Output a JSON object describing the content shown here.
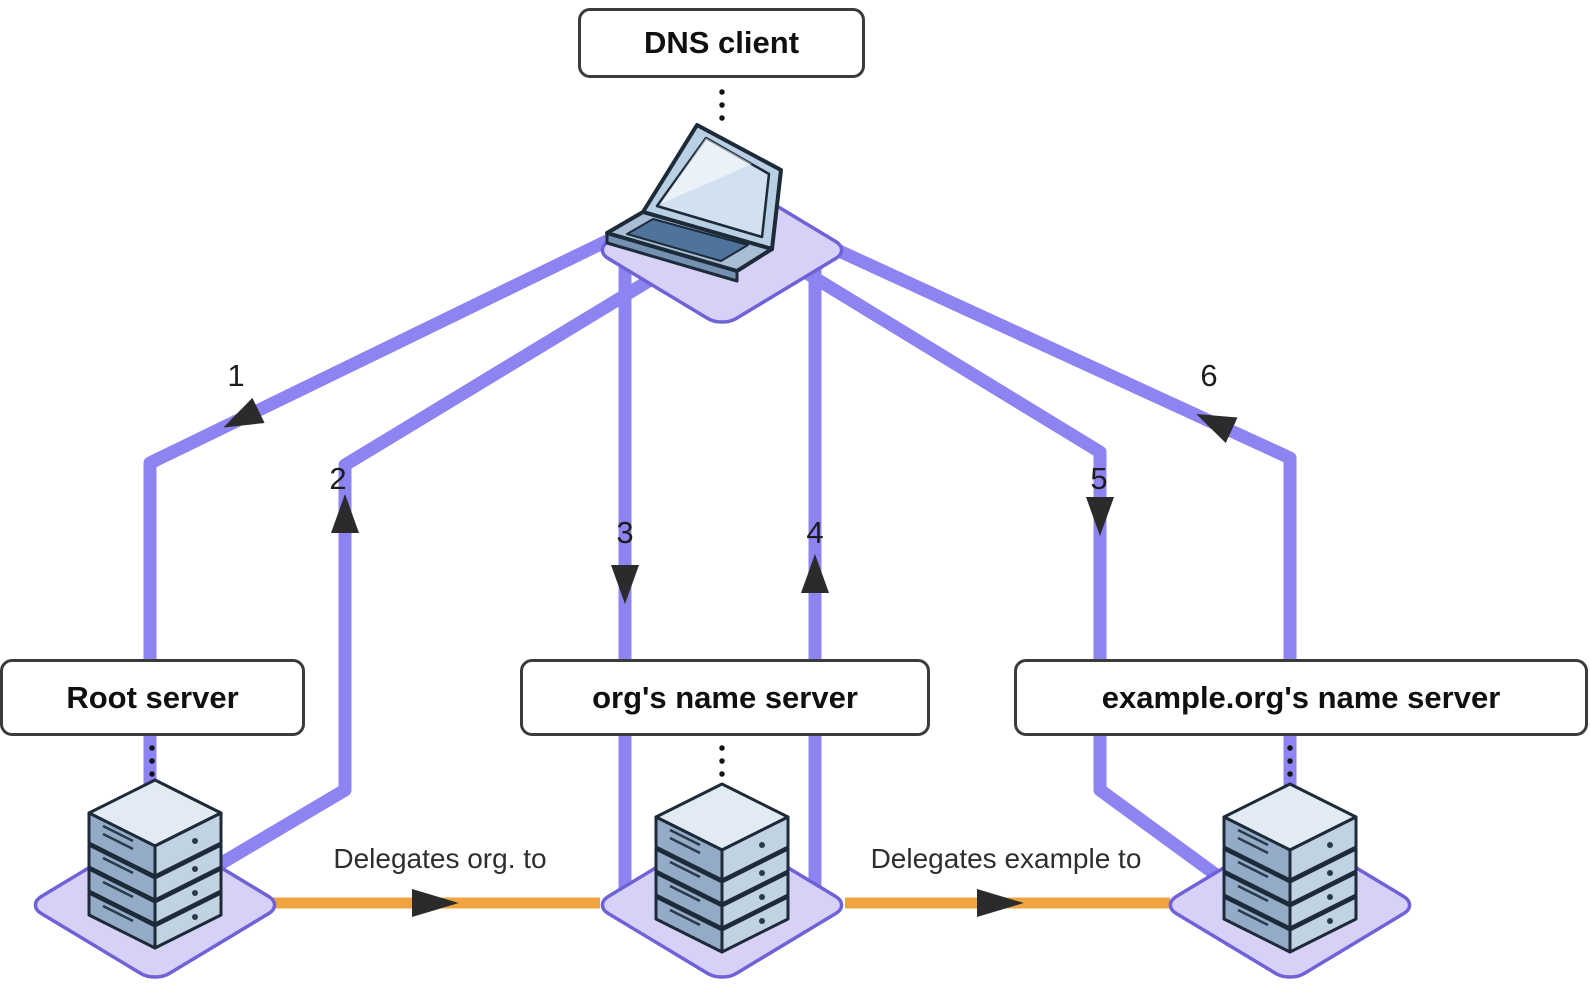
{
  "nodes": {
    "client": {
      "label": "DNS client"
    },
    "root": {
      "label": "Root server"
    },
    "org": {
      "label": "org's name server"
    },
    "example": {
      "label": "example.org's name server"
    }
  },
  "steps": {
    "1": "1",
    "2": "2",
    "3": "3",
    "4": "4",
    "5": "5",
    "6": "6"
  },
  "delegations": {
    "root_to_org": "Delegates org. to",
    "org_to_example": "Delegates example to"
  },
  "icons": {
    "client": "laptop-icon",
    "root": "server-stack-icon",
    "org": "server-stack-icon",
    "example": "server-stack-icon"
  },
  "colors": {
    "link_purple": "#8d83f1",
    "diamond_fill": "#d7d1f8",
    "diamond_border": "#6e62d6",
    "delegation_orange": "#efa440",
    "arrowhead_dark": "#2b2b2b",
    "box_border": "#3b3b3b",
    "text_dark": "#1d1d1d"
  }
}
